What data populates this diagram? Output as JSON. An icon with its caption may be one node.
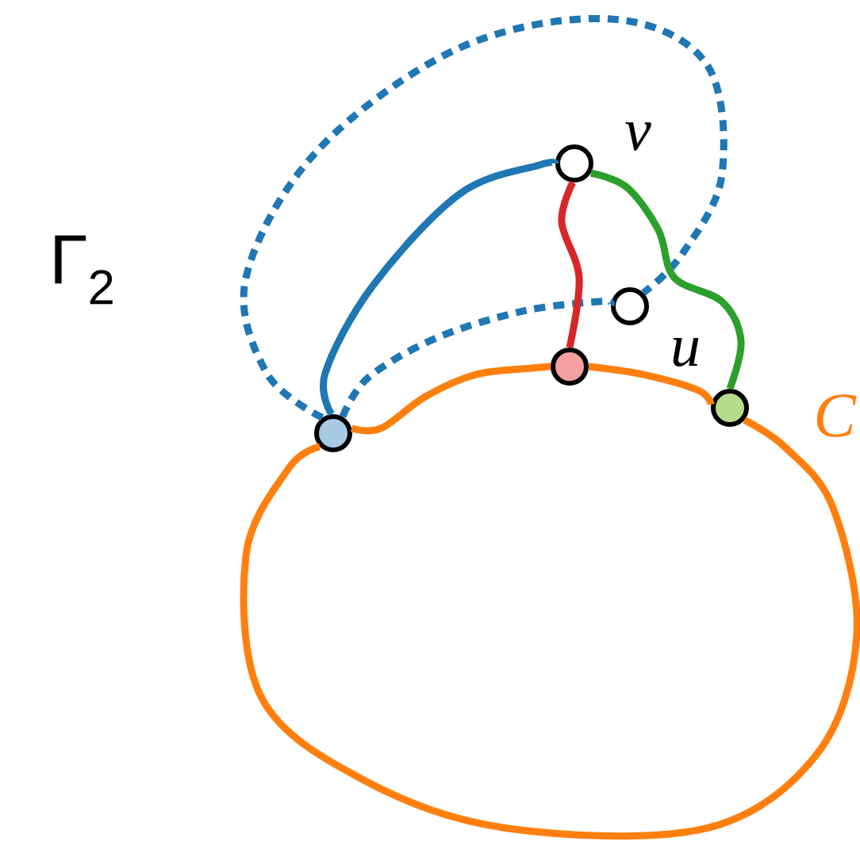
{
  "diagram": {
    "nodes": [
      {
        "text": [],
        "shape": "circle",
        "beside": [
          "v"
        ]
      },
      {
        "text": [],
        "shape": "circle",
        "beside": [
          "u"
        ]
      },
      {
        "text": [],
        "shape": "circle"
      },
      {
        "text": [],
        "shape": "circle"
      },
      {
        "text": [],
        "shape": "circle"
      }
    ],
    "edges": [
      {
        "from": 4,
        "to": 0,
        "arrow": "none",
        "color": "#1f77b4"
      },
      {
        "from": 4,
        "to": 1,
        "arrow": "none",
        "style": "dashed",
        "color": "#1f77b4"
      },
      {
        "from": 4,
        "to": 1,
        "arrow": "none",
        "style": "dashed",
        "color": "#1f77b4"
      },
      {
        "from": 0,
        "to": 2,
        "arrow": "none",
        "color": "#d62728"
      },
      {
        "from": 0,
        "to": 3,
        "arrow": "none",
        "color": "#2ca02c"
      },
      {
        "from": 4,
        "to": 2,
        "arrow": "none",
        "color": "#ff7f0e"
      },
      {
        "from": 2,
        "to": 3,
        "arrow": "none",
        "color": "#ff7f0e"
      },
      {
        "from": 3,
        "to": 4,
        "arrow": "none",
        "color": "#ff7f0e"
      }
    ],
    "labels": [
      "Γ$_{2}$",
      "C"
    ]
  }
}
